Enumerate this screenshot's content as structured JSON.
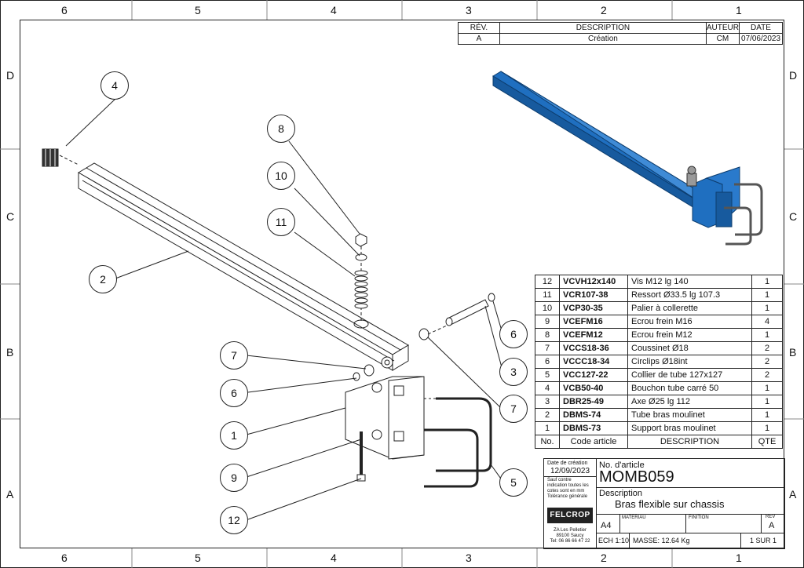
{
  "frame": {
    "columns": [
      "6",
      "5",
      "4",
      "3",
      "2",
      "1"
    ],
    "rows": [
      "D",
      "C",
      "B",
      "A"
    ]
  },
  "revision": {
    "headers": [
      "RÉV.",
      "DESCRIPTION",
      "AUTEUR",
      "DATE"
    ],
    "row": [
      "A",
      "Création",
      "CM",
      "07/06/2023"
    ]
  },
  "balloons": [
    "4",
    "8",
    "10",
    "11",
    "2",
    "7",
    "6",
    "1",
    "9",
    "12",
    "6",
    "3",
    "7",
    "5"
  ],
  "bom": {
    "headers": [
      "No.",
      "Code article",
      "DESCRIPTION",
      "QTE"
    ],
    "rows": [
      [
        "12",
        "VCVH12x140",
        "Vis M12 lg 140",
        "1"
      ],
      [
        "11",
        "VCR107-38",
        "Ressort Ø33.5 lg 107.3",
        "1"
      ],
      [
        "10",
        "VCP30-35",
        "Palier à collerette",
        "1"
      ],
      [
        "9",
        "VCEFM16",
        "Ecrou frein M16",
        "4"
      ],
      [
        "8",
        "VCEFM12",
        "Ecrou frein M12",
        "1"
      ],
      [
        "7",
        "VCCS18-36",
        "Coussinet Ø18",
        "2"
      ],
      [
        "6",
        "VCCC18-34",
        "Circlips Ø18int",
        "2"
      ],
      [
        "5",
        "VCC127-22",
        "Collier de tube 127x127",
        "2"
      ],
      [
        "4",
        "VCB50-40",
        "Bouchon tube carré 50",
        "1"
      ],
      [
        "3",
        "DBR25-49",
        "Axe Ø25 lg 112",
        "1"
      ],
      [
        "2",
        "DBMS-74",
        "Tube bras moulinet",
        "1"
      ],
      [
        "1",
        "DBMS-73",
        "Support bras moulinet",
        "1"
      ]
    ]
  },
  "title_block": {
    "date_label": "Date de création",
    "date_value": "12/09/2023",
    "note_lines": [
      "Sauf contre",
      "indication toutes les",
      "cotes sont en mm",
      "Tolérance générale"
    ],
    "logo": "FELCROP",
    "address_lines": [
      "ZA Les Pelletier",
      "89100 Saucy",
      "Tel: 06 86 66 47 22"
    ],
    "article_label": "No. d'article",
    "article_value": "MOMB059",
    "description_label": "Description",
    "description_value": "Bras flexible sur chassis",
    "format": "A4",
    "material_label": "MATERIAU",
    "finish_label": "FINITION",
    "rev_label": "REV",
    "rev_value": "A",
    "scale": "ECH 1:10",
    "mass": "MASSE: 12.64 Kg",
    "sheet": "1 SUR 1"
  },
  "colors": {
    "iso_blue": "#1f6fc0",
    "line": "#222222"
  }
}
